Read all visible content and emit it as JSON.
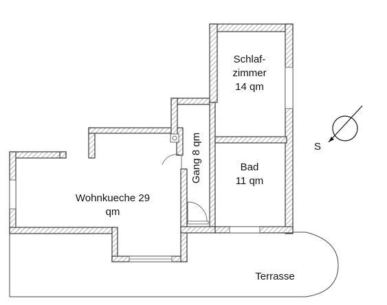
{
  "rooms": {
    "wohnkueche": {
      "line1": "Wohnkueche 29",
      "line2": "qm"
    },
    "schlafzimmer": {
      "line1": "Schlaf-",
      "line2": "zimmer",
      "line3": "14 qm"
    },
    "bad": {
      "line1": "Bad",
      "line2": "11 qm"
    },
    "gang": {
      "label": "Gang 8 qm"
    },
    "terrasse": {
      "label": "Terrasse"
    }
  },
  "compass": {
    "label": "S",
    "icon": "compass-south-arrow-icon"
  },
  "colors": {
    "wall_stroke": "#3a3a3a",
    "hatch": "#8a8a8a",
    "text": "#111111"
  }
}
